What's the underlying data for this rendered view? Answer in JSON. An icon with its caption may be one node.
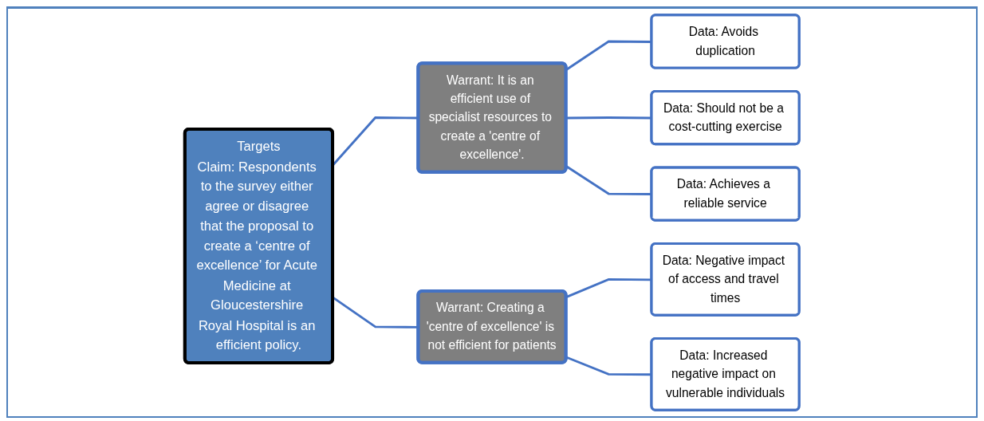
{
  "diagram": {
    "nodes": [
      {
        "text": [
          "Targets",
          "Claim: Respondents to the survey either agree or disagree that the proposal to create a ‘centre of excellence’ for Acute Medicine at Gloucestershire Royal Hospital is an efficient policy."
        ]
      },
      {
        "text": [
          "Warrant: It is an efficient use of specialist resources to create a 'centre of excellence'."
        ]
      },
      {
        "text": [
          "Data: Avoids duplication"
        ]
      },
      {
        "text": [
          "Data: Should not be a cost-cutting exercise"
        ]
      },
      {
        "text": [
          "Data: Achieves a reliable service"
        ]
      },
      {
        "text": [
          "Warrant: Creating a 'centre of excellence' is not efficient for patients"
        ]
      },
      {
        "text": [
          "Data: Negative impact of access and travel times"
        ]
      },
      {
        "text": [
          "Data: Increased negative impact on vulnerable individuals"
        ]
      }
    ],
    "edges": [
      {
        "from": 0,
        "to": 1,
        "arrow": "none"
      },
      {
        "from": 1,
        "to": 2,
        "arrow": "none"
      },
      {
        "from": 1,
        "to": 3,
        "arrow": "none"
      },
      {
        "from": 1,
        "to": 4,
        "arrow": "none"
      },
      {
        "from": 0,
        "to": 5,
        "arrow": "none"
      },
      {
        "from": 5,
        "to": 6,
        "arrow": "none"
      },
      {
        "from": 5,
        "to": 7,
        "arrow": "none"
      }
    ]
  }
}
